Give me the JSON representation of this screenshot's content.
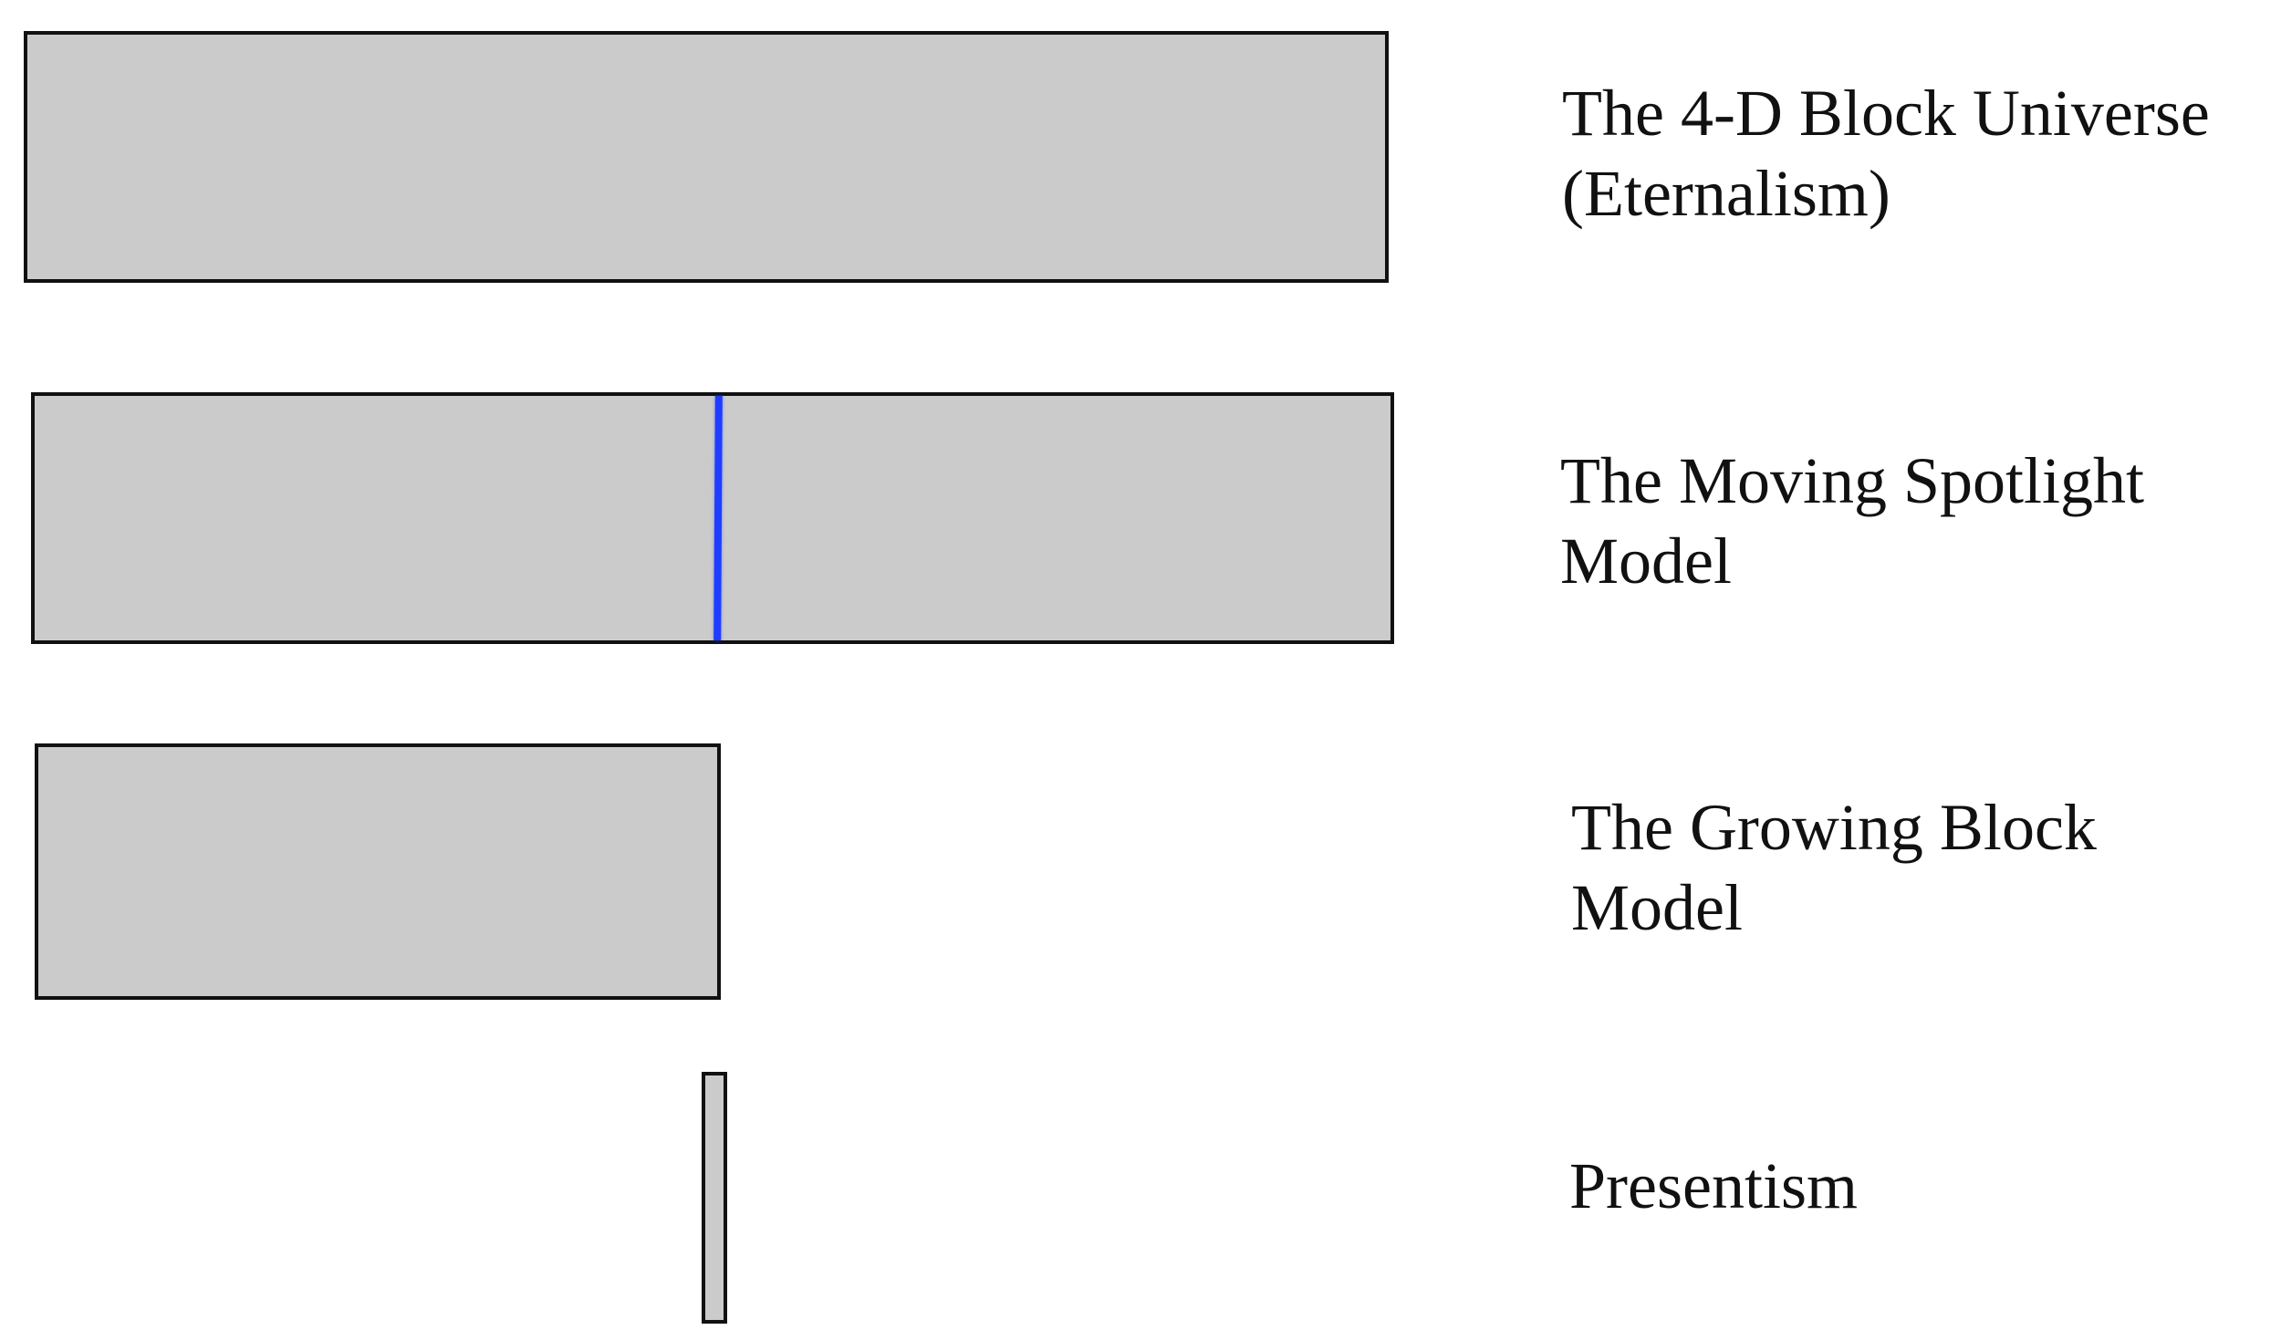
{
  "colors": {
    "block_fill": "#cbcbcb",
    "block_border": "#111111",
    "spotlight": "#1f3dff"
  },
  "models": [
    {
      "line1": "The 4-D Block Universe",
      "line2": "(Eternalism)"
    },
    {
      "line1": "The Moving Spotlight",
      "line2": "Model"
    },
    {
      "line1": "The Growing Block",
      "line2": "Model"
    },
    {
      "line1": "Presentism",
      "line2": ""
    }
  ]
}
